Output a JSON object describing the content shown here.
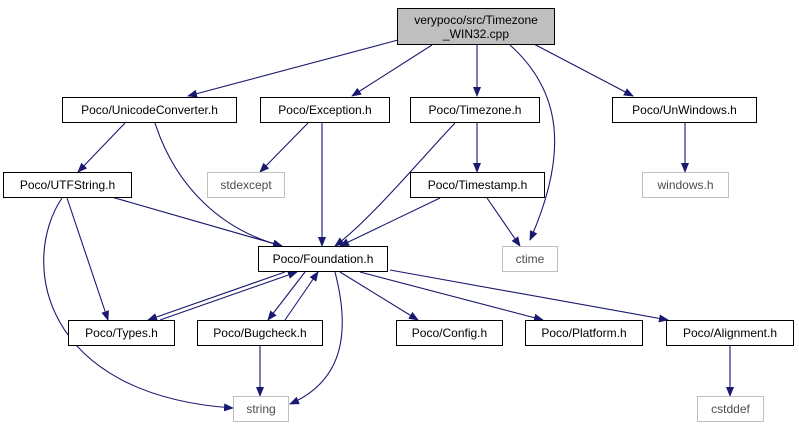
{
  "nodes": {
    "root": {
      "line1": "verypoco/src/Timezone",
      "line2": "_WIN32.cpp"
    },
    "unicode_converter": "Poco/UnicodeConverter.h",
    "exception": "Poco/Exception.h",
    "timezone": "Poco/Timezone.h",
    "unwindows": "Poco/UnWindows.h",
    "utf_string": "Poco/UTFString.h",
    "stdexcept": "stdexcept",
    "timestamp": "Poco/Timestamp.h",
    "windows": "windows.h",
    "foundation": "Poco/Foundation.h",
    "ctime": "ctime",
    "types": "Poco/Types.h",
    "bugcheck": "Poco/Bugcheck.h",
    "config": "Poco/Config.h",
    "platform": "Poco/Platform.h",
    "alignment": "Poco/Alignment.h",
    "string": "string",
    "cstddef": "cstddef"
  },
  "colors": {
    "edge": "#191970",
    "node_border": "#000000",
    "system_border": "#bfbfbf",
    "root_fill": "#bfbfbf"
  }
}
